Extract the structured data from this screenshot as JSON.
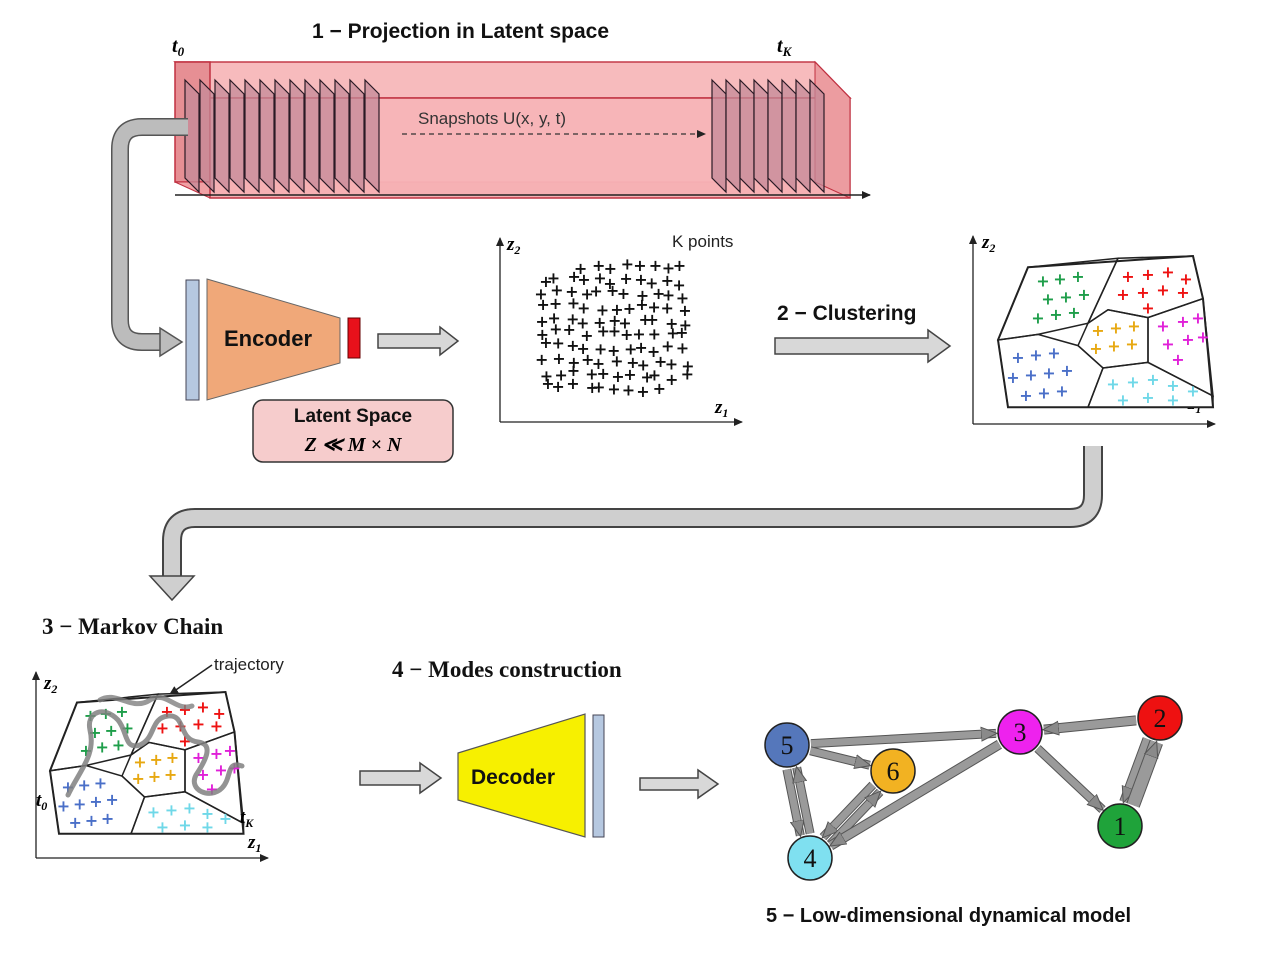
{
  "steps": {
    "step1": "1 − Projection in Latent space",
    "step2": "2 − Clustering",
    "step3": "3 − Markov Chain",
    "step4": "4 − Modes construction",
    "step5": "5 − Low-dimensional dynamical model"
  },
  "snapshots": {
    "t0": "t",
    "t0_sub": "0",
    "tk": "t",
    "tk_sub": "K",
    "label": "Snapshots U(x, y, t)"
  },
  "encoder": {
    "label": "Encoder",
    "latent_title": "Latent Space",
    "latent_formula": "Z ≪ M × N"
  },
  "scatter": {
    "z1": "z",
    "z1_sub": "1",
    "z2": "z",
    "z2_sub": "2",
    "k_points": "K points"
  },
  "markov": {
    "trajectory_label": "trajectory",
    "t0": "t",
    "t0_sub": "0",
    "tk": "t",
    "tk_sub": "K"
  },
  "decoder": {
    "label": "Decoder"
  },
  "graph": {
    "nodes": [
      {
        "id": "1",
        "color": "#1fa33a"
      },
      {
        "id": "2",
        "color": "#ee1111"
      },
      {
        "id": "3",
        "color": "#ee22ee"
      },
      {
        "id": "4",
        "color": "#7fe0f0"
      },
      {
        "id": "5",
        "color": "#5577bb"
      },
      {
        "id": "6",
        "color": "#f2b222"
      }
    ]
  },
  "colors": {
    "slab": "#f4a3a6",
    "encoder": "#f0a879",
    "decoder": "#f7f000",
    "latent_box": "#f6cccc",
    "bar": "#b6c8e0",
    "code": "#e8111b",
    "cluster_green": "#1e9e4a",
    "cluster_red": "#ee1111",
    "cluster_magenta": "#e020d8",
    "cluster_yellow": "#e7a811",
    "cluster_blue": "#4a6fc8",
    "cluster_cyan": "#6fd8e8"
  }
}
